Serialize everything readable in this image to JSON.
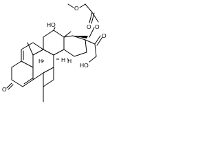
{
  "molecule": {
    "atom_labels": {
      "methoxy_o": "O",
      "ester_carbonyl_o": "O",
      "ester_o": "O",
      "hydroxy_11": "HO",
      "ketone_20_o": "O",
      "hydroxy_21": "HO",
      "ketone_3_o": "O"
    },
    "stereo_labels": {
      "h_8": "H",
      "h_9": "H",
      "h_14": "H"
    }
  }
}
